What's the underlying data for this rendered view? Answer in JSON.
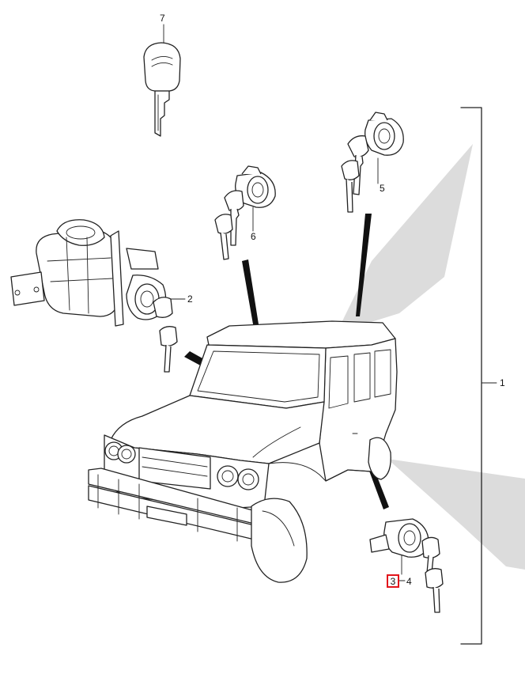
{
  "callouts": {
    "c1": "1",
    "c2": "2",
    "c3": "3",
    "c4": "4",
    "c5": "5",
    "c6": "6",
    "c7": "7"
  },
  "highlight_color": "#e2141b",
  "shade_color": "#d9d9d9"
}
